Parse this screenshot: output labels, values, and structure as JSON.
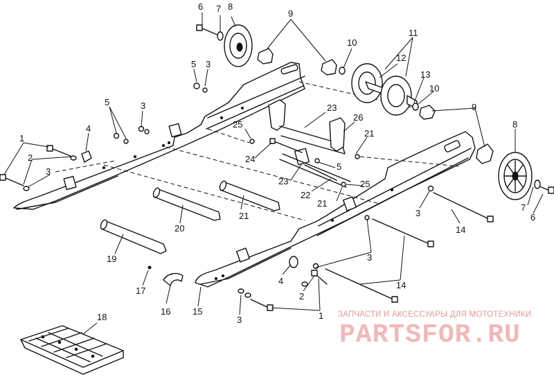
{
  "diagram": {
    "callouts": {
      "c1a": "1",
      "c1b": "1",
      "c2a": "2",
      "c2b": "2",
      "c3a": "3",
      "c3b": "3",
      "c3c": "3",
      "c3d": "3",
      "c3e": "3",
      "c3f": "3",
      "c4a": "4",
      "c4b": "4",
      "c5a": "5",
      "c5b": "5",
      "c5c": "5",
      "c6a": "6",
      "c6b": "6",
      "c7a": "7",
      "c7b": "7",
      "c8a": "8",
      "c8b": "8",
      "c9a": "9",
      "c9b": "9",
      "c10a": "10",
      "c10b": "10",
      "c11": "11",
      "c12": "12",
      "c13": "13",
      "c14a": "14",
      "c14b": "14",
      "c15": "15",
      "c16": "16",
      "c17": "17",
      "c18": "18",
      "c19": "19",
      "c20": "20",
      "c21a": "21",
      "c21b": "21",
      "c21c": "21",
      "c22": "22",
      "c23a": "23",
      "c23b": "23",
      "c24": "24",
      "c25a": "25",
      "c25b": "25",
      "c26": "26"
    }
  },
  "watermark": {
    "tagline": "ЗАПЧАСТИ И АКСЕССУАРЫ ДЛЯ МОТОТЕХНИКИ",
    "brand": "PARTSFOR.RU",
    "color": "#e79a9a"
  }
}
